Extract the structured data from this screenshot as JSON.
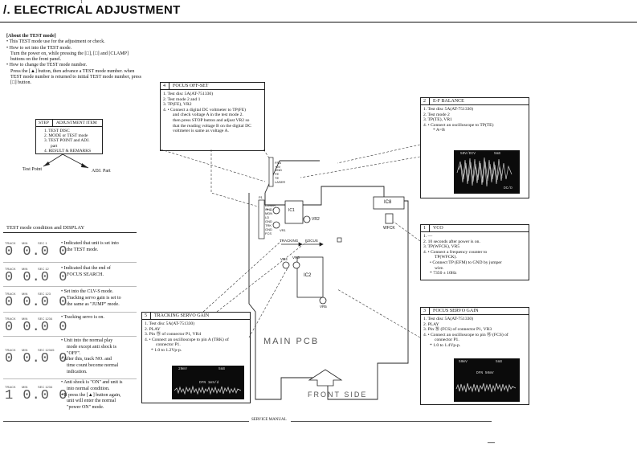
{
  "header": {
    "title": "/. ELECTRICAL ADJUSTMENT",
    "top_mark": "1"
  },
  "about": {
    "heading": "[About the TEST mode]",
    "lines": [
      "• This TEST mode use for the adjustment or check.",
      "• How to set into the TEST mode.",
      "Turn the power on, while pressing the [□], [□] and [CLAMP]",
      "buttons on the front panel.",
      "• How to change the TEST mode number.",
      "Press the [▲] button, then advance a TEST mode number. when",
      "TEST mode number is returned to initial TEST mode number, press",
      "[□] button."
    ]
  },
  "step_table": {
    "col1": "STEP",
    "col2": "ADJUSTMENT ITEM",
    "items": [
      "1. TEST DISC",
      "2. MODE or TEST mode",
      "3. TEST POINT and ADJ.",
      "part",
      "4. RESULT & REMARKS"
    ]
  },
  "labels": {
    "test_point": "Test Point",
    "adj_part": "ADJ. Part"
  },
  "focus_offset": {
    "num": "4",
    "title": "FOCUS OFF-SET",
    "lines": [
      "1. Test disc 5A(AT-751330)",
      "2. Test mode 2 and 1",
      "3. TP(FE), VR2",
      "4. • Connect a digital DC voltmeter to TP(FE)",
      "and check voltage A in the test mode 2.",
      "then press STOP button and adjust VR2 so",
      "that the reading voltage B on the digital DC",
      "voltmeter is same as voltage A."
    ]
  },
  "ef_balance": {
    "num": "2",
    "title": "E-F BALANCE",
    "lines": [
      "1. Test disc 5A(AT-751330)",
      "2. Test mode 2",
      "3. TP(TE), VR1",
      "4. • Connect an oscilloscope to TP(TE)",
      "* A=B"
    ],
    "scope_top_left": "50V/DIV",
    "scope_top_right": "5mS",
    "scope_bottom": "DC/D"
  },
  "vco": {
    "num": "1",
    "title": "VCO",
    "lines": [
      "1. —",
      "2. 10 seconds after power is on.",
      "3. TP(WFCK), VR5",
      "4. • Connect a frequency counter to",
      "TP(WFCK).",
      "• Connect TP (EFM) to GND by jumper",
      "wire.",
      "* 7350 ± 10Hz"
    ]
  },
  "tracking_gain": {
    "num": "5",
    "title": "TRACKING SERVO GAIN",
    "lines": [
      "1. Test disc 5A(AT-751330)",
      "2. PLAY",
      "3. Pin ⑮ of connector P1, VR4",
      "4. • Connect an oscilloscope to pin A (TRK) of",
      "connector P1.",
      "* 1.0 to 1.2Vp-p."
    ],
    "scope_top_left": "20mV",
    "scope_top_right": "5mS",
    "scope_mid": "DFN 1mS/d"
  },
  "focus_gain": {
    "num": "3",
    "title": "FOCUS SERVO GAIN",
    "lines": [
      "1. Test disc 5A(AT-751330)",
      "2. PLAY",
      "3. Pin ⑯ (FCS) of connector P1, VR3",
      "4. • Connect an oscilloscope to pin ⑯ (FCS) of",
      "connector P1.",
      "* 1.0 to 1.4Vp-p."
    ],
    "scope_top_left": "50mV",
    "scope_top_right": "5mS",
    "scope_mid": "DFN 50mV"
  },
  "test_display": {
    "heading": "TEST mode condition and DISPLAY",
    "rows": [
      {
        "track": "TRACK",
        "min": "MIN",
        "sec": "SEC 1",
        "digits": "0 0.0 0",
        "notes": [
          "• Indicated that unit is set into",
          "the TEST mode."
        ]
      },
      {
        "track": "TRACK",
        "min": "MIN",
        "sec": "SEC 12",
        "digits": "0 0.0 0",
        "notes": [
          "• Indicated that the end of",
          "FOCUS SEARCH."
        ]
      },
      {
        "track": "TRACK",
        "min": "MIN",
        "sec": "SEC 123",
        "digits": "0 0.0 0",
        "notes": [
          "• Set into the CLV-S mode.",
          "Tracking servo gain is set to",
          "the same as \"JUMP\" mode."
        ]
      },
      {
        "track": "TRACK",
        "min": "MIN",
        "sec": "SEC 1234",
        "digits": "0 0.0 0",
        "notes": [
          "• Tracking servo is on."
        ]
      },
      {
        "track": "TRACK",
        "min": "MIN",
        "sec": "SEC 12345",
        "digits": "0 0.0 0",
        "notes": [
          "• Unit into the normal play",
          "mode except anti shock is",
          "\"OFF\".",
          "• After this, track NO. and",
          "time count become normal",
          "indication."
        ]
      },
      {
        "track": "TRACK",
        "min": "MIN",
        "sec": "SEC 1234",
        "digits": "1 0.0 0",
        "notes": [
          "• Anti shock is \"ON\" and unit is",
          "into normal condition.",
          "• If press the [▲] button again,",
          "unit will enter the normal",
          "\"power ON\" mode."
        ]
      }
    ]
  },
  "pcb": {
    "main": "MAIN PCB",
    "front": "FRONT  SIDE",
    "ic1": "IC1",
    "ic2": "IC2",
    "ic8": "IC8",
    "vr1": "VR1",
    "vr2": "VR2",
    "vr3": "VR3",
    "vr4": "VR4",
    "vr5": "VR5",
    "wfck": "WFCK",
    "tracking": "TRACKING",
    "focus": "FOCUS",
    "p1": "P1",
    "conn_left": [
      "LASER",
      "GND",
      "MDN",
      "LD",
      "GND",
      "TRK",
      "GND",
      "FCS"
    ],
    "conn_top": [
      "FRA",
      "+5V",
      "GND",
      "FE",
      "TE",
      "LASER"
    ]
  },
  "footer": {
    "text": "SERVICE MANUAL",
    "corner": "—"
  }
}
